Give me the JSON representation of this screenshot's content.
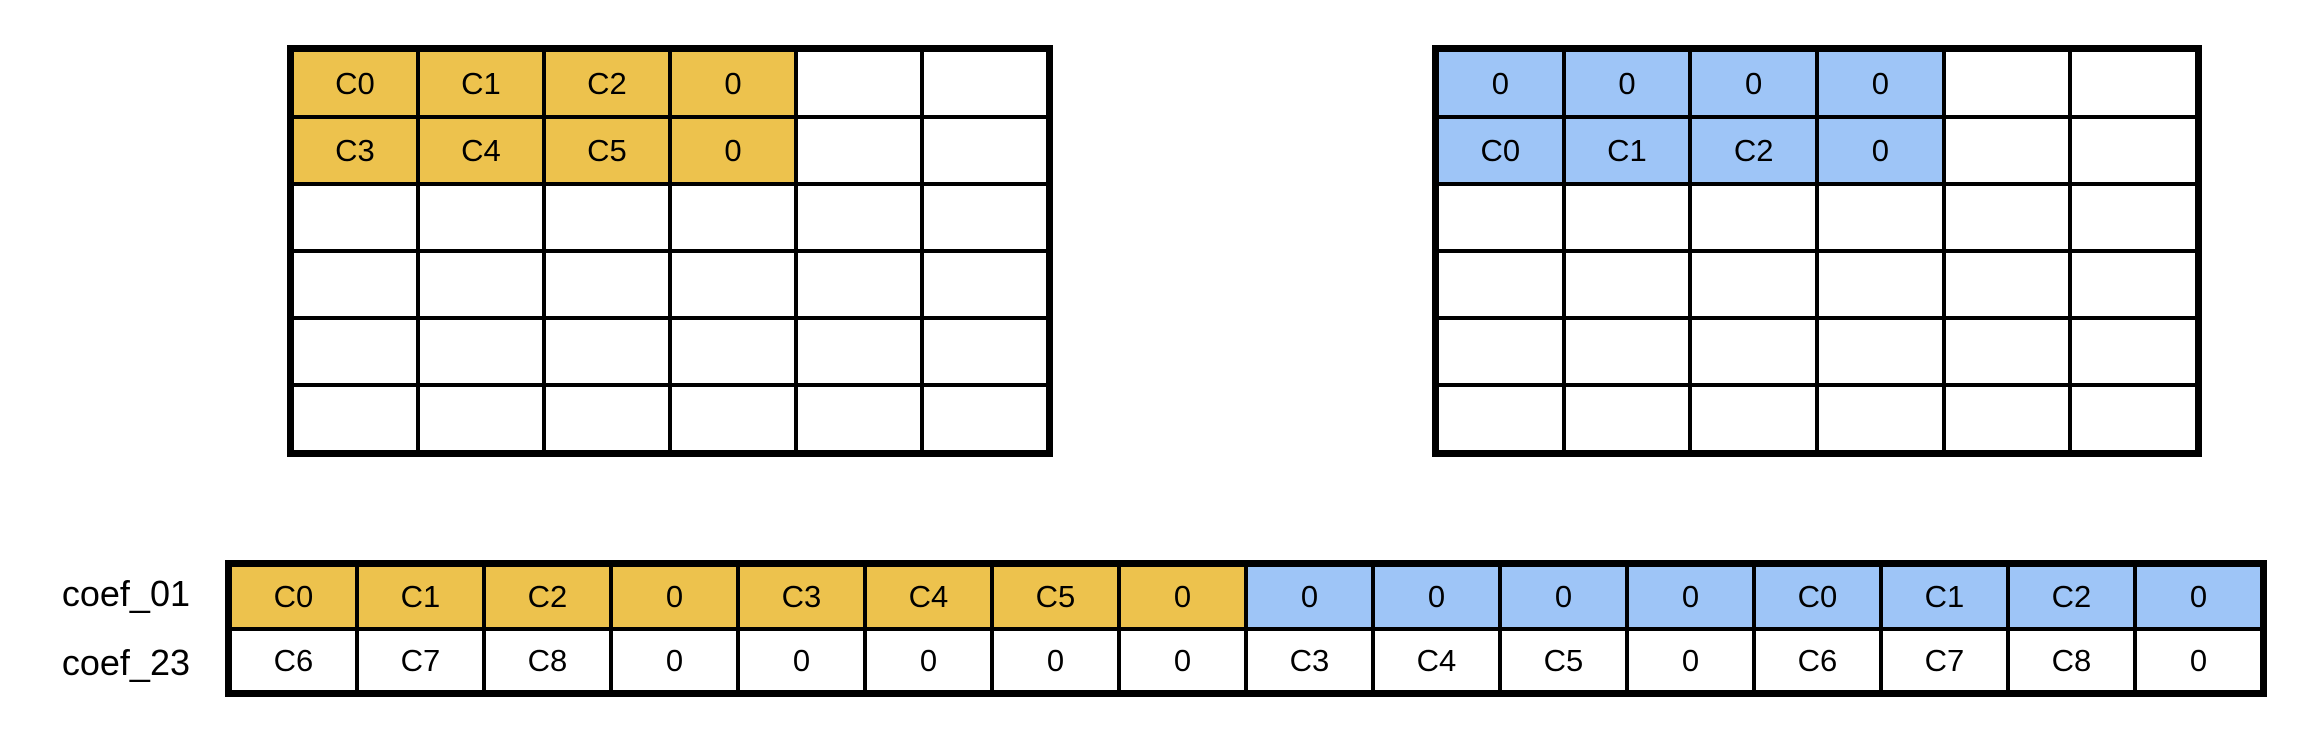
{
  "colors": {
    "yellow": "#EDC24D",
    "blue": "#9EC5F7",
    "border": "#000000",
    "text": "#000000",
    "background": "#FFFFFF"
  },
  "top_left_grid": {
    "rows": [
      [
        {
          "text": "C0",
          "fill": "yellow"
        },
        {
          "text": "C1",
          "fill": "yellow"
        },
        {
          "text": "C2",
          "fill": "yellow"
        },
        {
          "text": "0",
          "fill": "yellow"
        },
        {
          "text": "",
          "fill": "none"
        },
        {
          "text": "",
          "fill": "none"
        }
      ],
      [
        {
          "text": "C3",
          "fill": "yellow"
        },
        {
          "text": "C4",
          "fill": "yellow"
        },
        {
          "text": "C5",
          "fill": "yellow"
        },
        {
          "text": "0",
          "fill": "yellow"
        },
        {
          "text": "",
          "fill": "none"
        },
        {
          "text": "",
          "fill": "none"
        }
      ],
      [
        {
          "text": "",
          "fill": "none"
        },
        {
          "text": "",
          "fill": "none"
        },
        {
          "text": "",
          "fill": "none"
        },
        {
          "text": "",
          "fill": "none"
        },
        {
          "text": "",
          "fill": "none"
        },
        {
          "text": "",
          "fill": "none"
        }
      ],
      [
        {
          "text": "",
          "fill": "none"
        },
        {
          "text": "",
          "fill": "none"
        },
        {
          "text": "",
          "fill": "none"
        },
        {
          "text": "",
          "fill": "none"
        },
        {
          "text": "",
          "fill": "none"
        },
        {
          "text": "",
          "fill": "none"
        }
      ],
      [
        {
          "text": "",
          "fill": "none"
        },
        {
          "text": "",
          "fill": "none"
        },
        {
          "text": "",
          "fill": "none"
        },
        {
          "text": "",
          "fill": "none"
        },
        {
          "text": "",
          "fill": "none"
        },
        {
          "text": "",
          "fill": "none"
        }
      ],
      [
        {
          "text": "",
          "fill": "none"
        },
        {
          "text": "",
          "fill": "none"
        },
        {
          "text": "",
          "fill": "none"
        },
        {
          "text": "",
          "fill": "none"
        },
        {
          "text": "",
          "fill": "none"
        },
        {
          "text": "",
          "fill": "none"
        }
      ]
    ]
  },
  "top_right_grid": {
    "rows": [
      [
        {
          "text": "0",
          "fill": "blue"
        },
        {
          "text": "0",
          "fill": "blue"
        },
        {
          "text": "0",
          "fill": "blue"
        },
        {
          "text": "0",
          "fill": "blue"
        },
        {
          "text": "",
          "fill": "none"
        },
        {
          "text": "",
          "fill": "none"
        }
      ],
      [
        {
          "text": "C0",
          "fill": "blue"
        },
        {
          "text": "C1",
          "fill": "blue"
        },
        {
          "text": "C2",
          "fill": "blue"
        },
        {
          "text": "0",
          "fill": "blue"
        },
        {
          "text": "",
          "fill": "none"
        },
        {
          "text": "",
          "fill": "none"
        }
      ],
      [
        {
          "text": "",
          "fill": "none"
        },
        {
          "text": "",
          "fill": "none"
        },
        {
          "text": "",
          "fill": "none"
        },
        {
          "text": "",
          "fill": "none"
        },
        {
          "text": "",
          "fill": "none"
        },
        {
          "text": "",
          "fill": "none"
        }
      ],
      [
        {
          "text": "",
          "fill": "none"
        },
        {
          "text": "",
          "fill": "none"
        },
        {
          "text": "",
          "fill": "none"
        },
        {
          "text": "",
          "fill": "none"
        },
        {
          "text": "",
          "fill": "none"
        },
        {
          "text": "",
          "fill": "none"
        }
      ],
      [
        {
          "text": "",
          "fill": "none"
        },
        {
          "text": "",
          "fill": "none"
        },
        {
          "text": "",
          "fill": "none"
        },
        {
          "text": "",
          "fill": "none"
        },
        {
          "text": "",
          "fill": "none"
        },
        {
          "text": "",
          "fill": "none"
        }
      ],
      [
        {
          "text": "",
          "fill": "none"
        },
        {
          "text": "",
          "fill": "none"
        },
        {
          "text": "",
          "fill": "none"
        },
        {
          "text": "",
          "fill": "none"
        },
        {
          "text": "",
          "fill": "none"
        },
        {
          "text": "",
          "fill": "none"
        }
      ]
    ]
  },
  "coef_table": {
    "rows": [
      {
        "label": "coef_01",
        "cells": [
          {
            "text": "C0",
            "fill": "yellow"
          },
          {
            "text": "C1",
            "fill": "yellow"
          },
          {
            "text": "C2",
            "fill": "yellow"
          },
          {
            "text": "0",
            "fill": "yellow"
          },
          {
            "text": "C3",
            "fill": "yellow"
          },
          {
            "text": "C4",
            "fill": "yellow"
          },
          {
            "text": "C5",
            "fill": "yellow"
          },
          {
            "text": "0",
            "fill": "yellow"
          },
          {
            "text": "0",
            "fill": "blue"
          },
          {
            "text": "0",
            "fill": "blue"
          },
          {
            "text": "0",
            "fill": "blue"
          },
          {
            "text": "0",
            "fill": "blue"
          },
          {
            "text": "C0",
            "fill": "blue"
          },
          {
            "text": "C1",
            "fill": "blue"
          },
          {
            "text": "C2",
            "fill": "blue"
          },
          {
            "text": "0",
            "fill": "blue"
          }
        ]
      },
      {
        "label": "coef_23",
        "cells": [
          {
            "text": "C6",
            "fill": "none"
          },
          {
            "text": "C7",
            "fill": "none"
          },
          {
            "text": "C8",
            "fill": "none"
          },
          {
            "text": "0",
            "fill": "none"
          },
          {
            "text": "0",
            "fill": "none"
          },
          {
            "text": "0",
            "fill": "none"
          },
          {
            "text": "0",
            "fill": "none"
          },
          {
            "text": "0",
            "fill": "none"
          },
          {
            "text": "C3",
            "fill": "none"
          },
          {
            "text": "C4",
            "fill": "none"
          },
          {
            "text": "C5",
            "fill": "none"
          },
          {
            "text": "0",
            "fill": "none"
          },
          {
            "text": "C6",
            "fill": "none"
          },
          {
            "text": "C7",
            "fill": "none"
          },
          {
            "text": "C8",
            "fill": "none"
          },
          {
            "text": "0",
            "fill": "none"
          }
        ]
      }
    ]
  }
}
